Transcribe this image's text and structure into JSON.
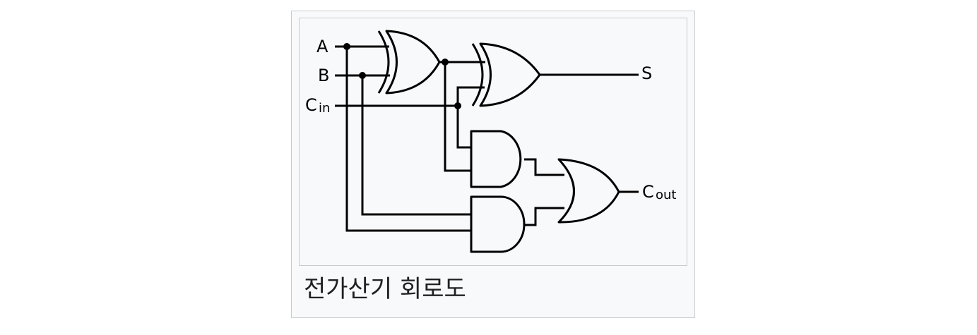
{
  "figure": {
    "caption": "전가산기 회로도",
    "labels": {
      "a": "A",
      "b": "B",
      "cin_main": "C",
      "cin_sub": "in",
      "s": "S",
      "cout_main": "C",
      "cout_sub": "out"
    },
    "gates": [
      "xor-gate-1",
      "xor-gate-2",
      "and-gate-1",
      "and-gate-2",
      "or-gate"
    ]
  }
}
